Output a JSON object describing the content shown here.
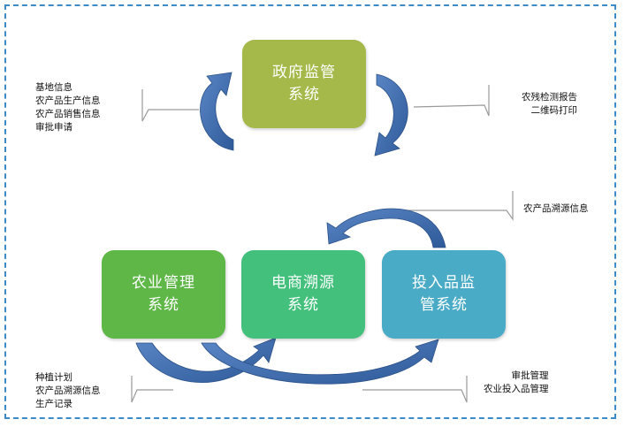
{
  "colors": {
    "frame_border": "#3d8ac9",
    "gov_box": "#a5b84a",
    "agri_box": "#5eb747",
    "ecom_box": "#42c07c",
    "input_box": "#4aabc6",
    "arrow_fill": "#3a66a8",
    "callout_line": "#9a9a9a"
  },
  "boxes": {
    "gov": {
      "line1": "政府监管",
      "line2": "系统"
    },
    "agri": {
      "line1": "农业管理",
      "line2": "系统"
    },
    "ecom": {
      "line1": "电商溯源",
      "line2": "系统"
    },
    "input": {
      "line1": "投入品监",
      "line2": "管系统"
    }
  },
  "notes": {
    "left_top": [
      "基地信息",
      "农产品生产信息",
      "农产品销售信息",
      "审批申请"
    ],
    "right_top": [
      "农残检测报告",
      "二维码打印"
    ],
    "trace": [
      "农产品溯源信息"
    ],
    "bottom_left": [
      "种植计划",
      "农产品溯源信息",
      "生产记录"
    ],
    "bottom_right": [
      "审批管理",
      "农业投入品管理"
    ]
  },
  "icons": [
    "curved-arrow-icon"
  ]
}
